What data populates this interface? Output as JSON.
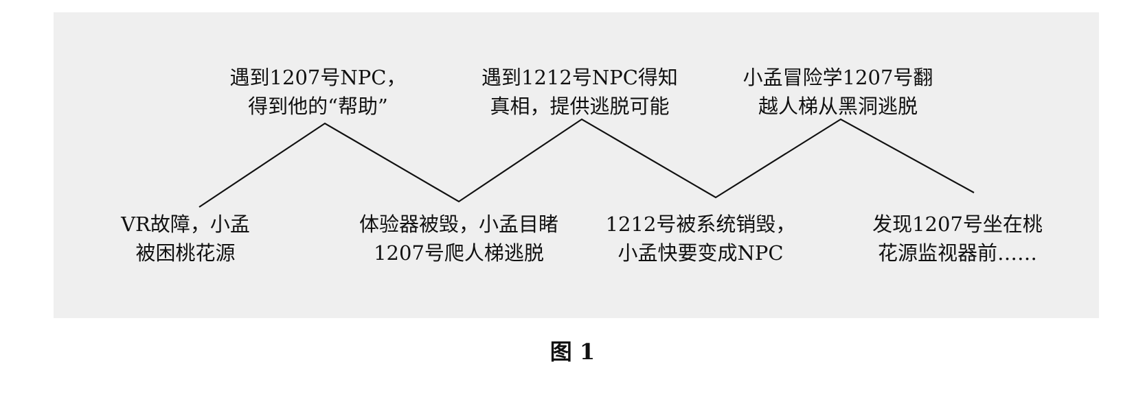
{
  "figure": {
    "peaks": [
      {
        "lines": [
          "遇到1207号NPC，",
          "得到他的“帮助”"
        ]
      },
      {
        "lines": [
          "遇到1212号NPC得知",
          "真相，提供逃脱可能"
        ]
      },
      {
        "lines": [
          "小孟冒险学1207号翻",
          "越人梯从黑洞逃脱"
        ]
      }
    ],
    "valleys": [
      {
        "lines": [
          "VR故障，小孟",
          "被困桃花源"
        ]
      },
      {
        "lines": [
          "体验器被毁，小孟目睹",
          "1207号爬人梯逃脱"
        ]
      },
      {
        "lines": [
          "1212号被系统销毁，",
          "小孟快要变成NPC"
        ]
      },
      {
        "lines": [
          "发现1207号坐在桃",
          "花源监视器前……"
        ]
      }
    ],
    "caption": "图 1"
  }
}
